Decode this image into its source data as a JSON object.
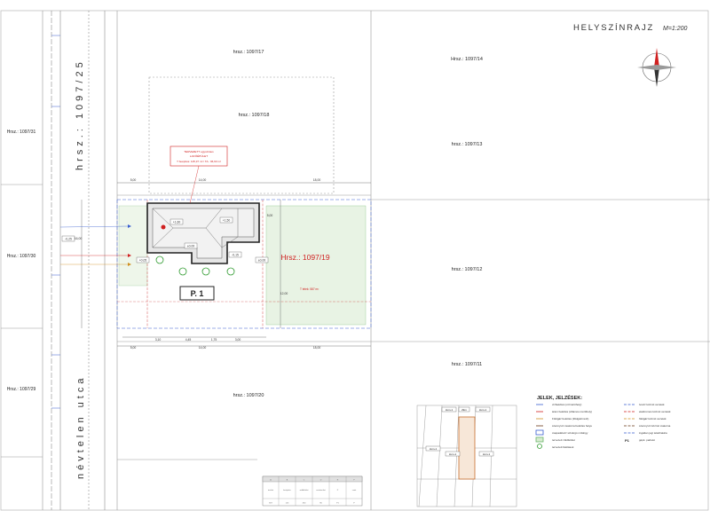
{
  "title": {
    "main": "HELYSZÍNRAJZ",
    "scale": "M=1:200"
  },
  "street": {
    "name": "névtelen utca",
    "parcel": "hrsz.: 1097/25"
  },
  "parcels": {
    "p1097_17": "hrsz.: 1097/17",
    "p1097_18": "hrsz.: 1097/18",
    "p1097_14": "Hrsz.: 1097/14",
    "p1097_13": "hrsz.: 1097/13",
    "p1097_12": "hrsz.: 1097/12",
    "p1097_11": "hrsz.: 1097/11",
    "p1097_20": "hrsz.: 1097/20",
    "p1097_31": "Hrsz.: 1097/31",
    "p1097_30": "Hrsz.: 1097/30",
    "p1097_29": "Hrsz.: 1097/29",
    "p1097_19": "Hrsz.: 1097/19"
  },
  "plot_area": "T telek: 587 m²",
  "parking": "P. 1",
  "planned_building": {
    "line1": "TERVEZETT egyszintes",
    "line2": "LAKÓÉPÜLET",
    "line3": "T beépítés: 125,37 m² / TA.: 96,93 m²"
  },
  "dimensions": {
    "top_left": "5,00",
    "top_mid": "14,00",
    "top_right": "18,00",
    "bot_left": "5,00",
    "bot_mid": "14,00",
    "bot_right": "18,00",
    "bot_small_1": "3,10",
    "bot_small_2": "4,45",
    "bot_small_3": "1,75",
    "bot_small_4": "3,00",
    "side_left": "16,00",
    "side_right": "12,00",
    "side_house": "5,00",
    "level_1": "+1,60",
    "level_2": "+1,50",
    "level_3": "±0,00",
    "level_4": "+0,05",
    "level_5": "-0,15",
    "level_6": "±0,00",
    "level_7": "-0,25"
  },
  "legend": {
    "title": "JELEK, JELZÉSEK:",
    "left": [
      "vízbekötés (vízmérőhely)",
      "áram bekötés (villamos mérőhely)",
      "Földgáz bekötés (földgázmérő)",
      "szennyvíz csatorna bekötés helye",
      "csapadékvíz szivárgó műtárgy",
      "tervezett zöldfelület",
      "tervezett fásítások"
    ],
    "right": [
      "ivóvíz közmű vezeték",
      "elektromos közmű vezeték",
      "földgáz közmű vezeték",
      "szennyvíz közmű csatorna",
      "ingatlan jogi telekhatára",
      "gépk. parkoló"
    ],
    "parking_symbol": "P1"
  },
  "inset": {
    "labels": [
      "Lkm-1",
      "Zkm",
      "Lkm-1",
      "Lkm-1",
      "Lkm-1",
      "Lkm-1"
    ]
  },
  "table": {
    "head": [
      "A",
      "B",
      "C",
      "D",
      "E",
      "F"
    ],
    "rows": [
      [
        "terület",
        "beépítés",
        "zöldfelület",
        "szintterület",
        "P",
        "szint"
      ],
      [
        "587",
        "125",
        "330",
        "96",
        "P1",
        "F"
      ]
    ]
  },
  "colors": {
    "red": "#d02020",
    "blue": "#3a5fd0",
    "green": "#2e9a2e",
    "line": "#8a8a8a"
  }
}
